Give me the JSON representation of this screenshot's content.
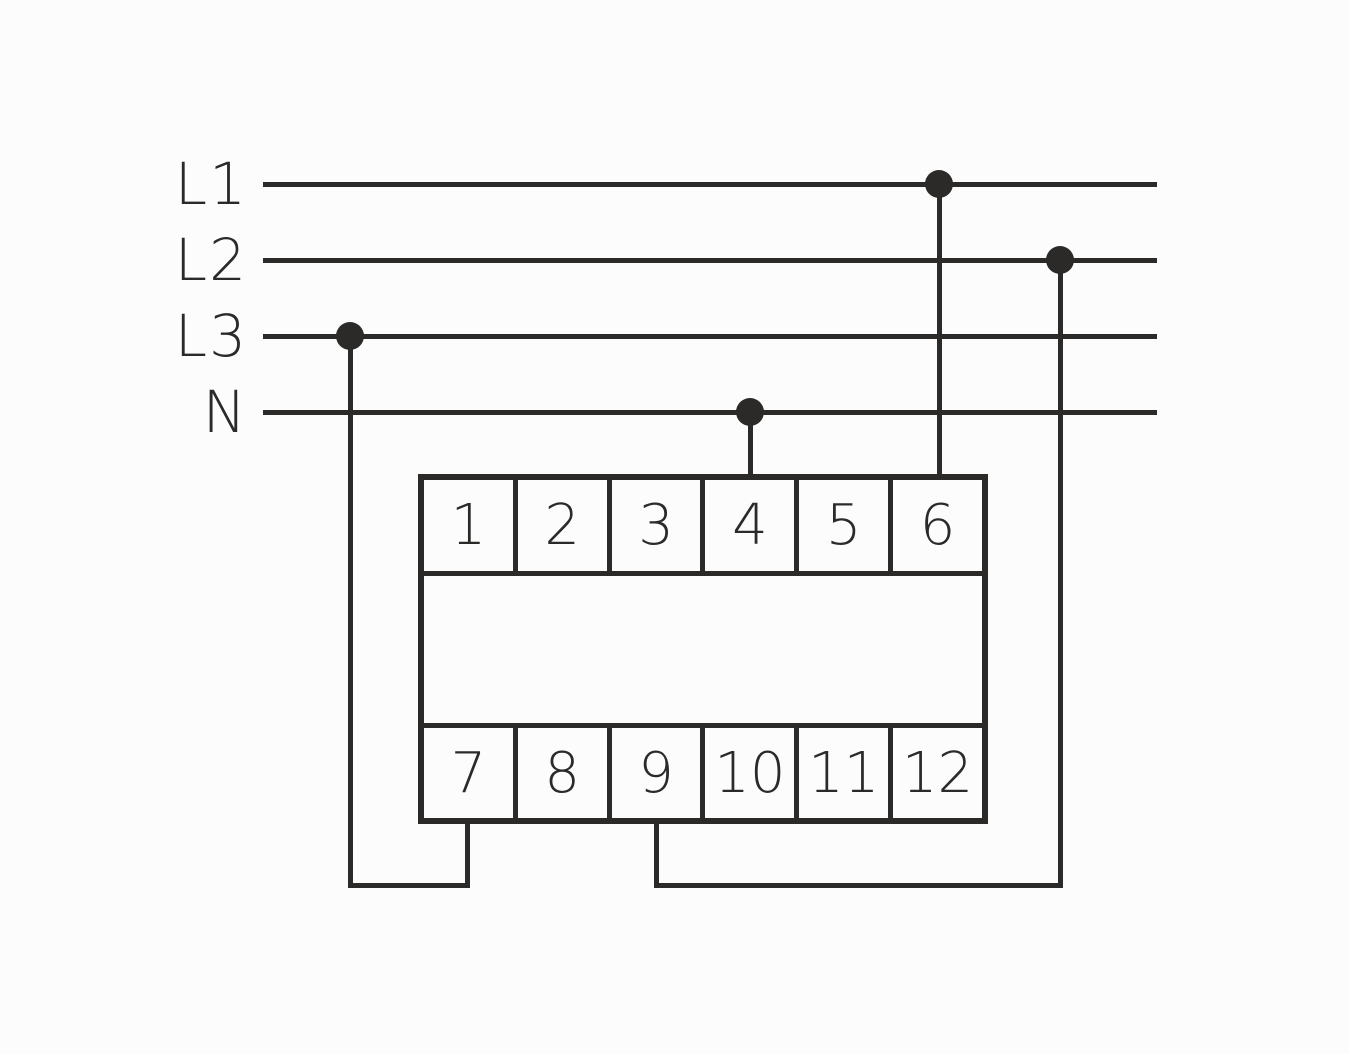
{
  "diagram": {
    "kind": "electrical-wiring-diagram",
    "colors": {
      "ink": "#2b2a29",
      "background": "#fcfcfc"
    },
    "bus_lines": [
      {
        "label": "L1"
      },
      {
        "label": "L2"
      },
      {
        "label": "L3"
      },
      {
        "label": "N"
      }
    ],
    "device": {
      "terminals_top": [
        "1",
        "2",
        "3",
        "4",
        "5",
        "6"
      ],
      "terminals_bottom": [
        "7",
        "8",
        "9",
        "10",
        "11",
        "12"
      ]
    },
    "wiring": [
      {
        "from": "L1",
        "to": "terminal 6"
      },
      {
        "from": "L2",
        "to": "terminal 9"
      },
      {
        "from": "L3",
        "to": "terminal 7"
      },
      {
        "from": "N",
        "to": "terminal 4"
      }
    ]
  }
}
